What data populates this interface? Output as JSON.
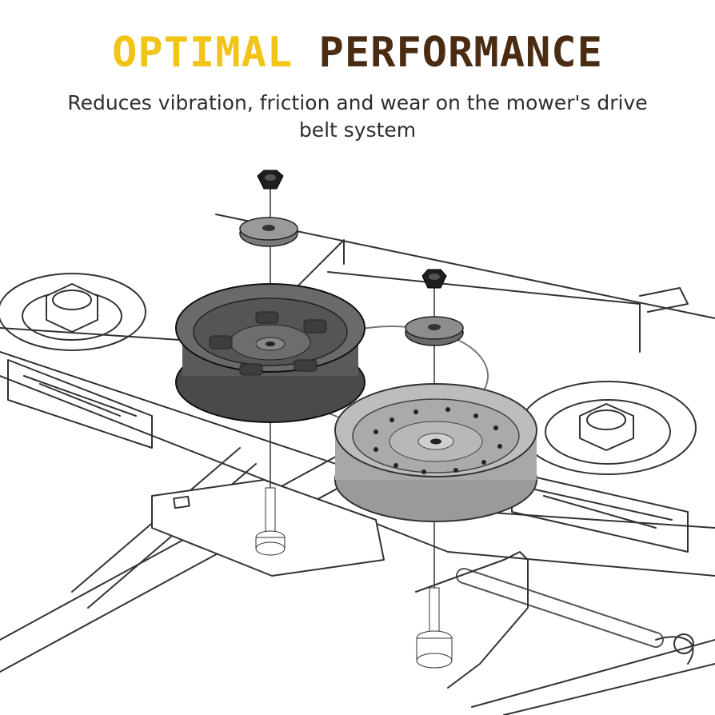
{
  "headline": {
    "part1": "OPTIMAL",
    "part2": "PERFORMANCE"
  },
  "subtitle": "Reduces vibration, friction and wear on the mower's drive belt system",
  "colors": {
    "accent_yellow": "#f2c417",
    "accent_brown": "#4a2c12",
    "pulley_dark": "#5a5a5a",
    "pulley_light": "#b3b3b3",
    "line_art": "#333333"
  },
  "illustration": {
    "subject": "exploded view of two idler pulleys on a mower deck",
    "icons": [
      "hex-nut-icon",
      "washer-icon",
      "idler-pulley-icon",
      "spindle-pulley-icon",
      "spring-icon"
    ]
  }
}
